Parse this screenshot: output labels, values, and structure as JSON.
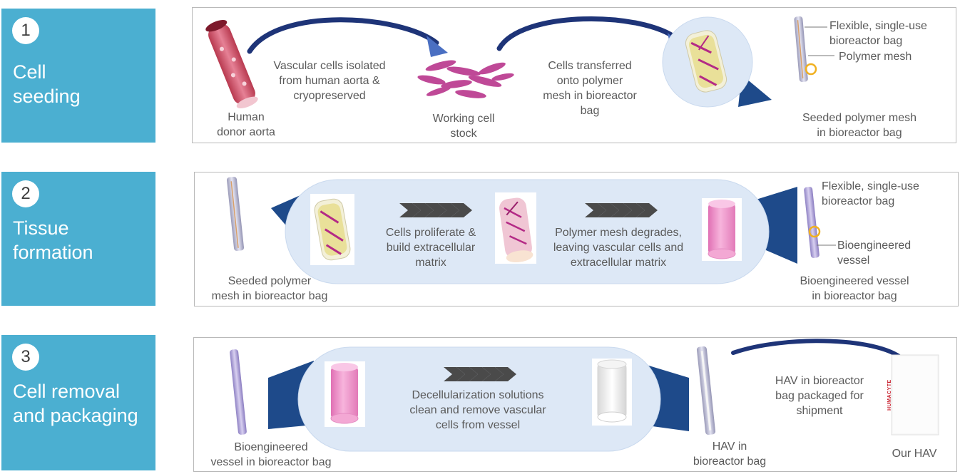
{
  "stages": [
    {
      "number": "1",
      "title": "Cell\nseeding"
    },
    {
      "number": "2",
      "title": "Tissue\nformation"
    },
    {
      "number": "3",
      "title": "Cell removal\nand packaging"
    }
  ],
  "row1": {
    "donor_aorta": "Human\ndonor aorta",
    "isolation_step": "Vascular cells isolated\nfrom human aorta &\ncryopreserved",
    "cell_stock": "Working cell\nstock",
    "transfer_step": "Cells transferred\nonto polymer\nmesh in bioreactor\nbag",
    "bag_label": "Flexible, single-use\nbioreactor bag",
    "mesh_label": "Polymer mesh",
    "seeded_mesh": "Seeded polymer mesh\nin bioreactor bag"
  },
  "row2": {
    "seeded_mesh": "Seeded polymer\nmesh in bioreactor bag",
    "proliferate_step": "Cells proliferate &\nbuild extracellular\nmatrix",
    "degrade_step": "Polymer mesh degrades,\nleaving vascular cells and\nextracellular matrix",
    "bag_label": "Flexible, single-use\nbioreactor bag",
    "vessel_label": "Bioengineered\nvessel",
    "vessel_in_bag": "Bioengineered vessel\nin bioreactor bag"
  },
  "row3": {
    "vessel_in_bag": "Bioengineered\nvessel in bioreactor bag",
    "decell_step": "Decellularization solutions\nclean and remove vascular\ncells from vessel",
    "hav_in_bag": "HAV in\nbioreactor bag",
    "package_step": "HAV in bioreactor\nbag packaged for\nshipment",
    "brand": "HUMACYTE",
    "our_hav": "Our HAV"
  },
  "colors": {
    "stage_blue": "#4bafd1",
    "bubble_blue": "#dde8f6",
    "arrow_navy": "#1e3478",
    "chevron_gray": "#4a4a4a",
    "vessel_pink": "#ee8fc6",
    "mesh_yellow": "#d9c84a",
    "cell_magenta": "#b42a86"
  }
}
